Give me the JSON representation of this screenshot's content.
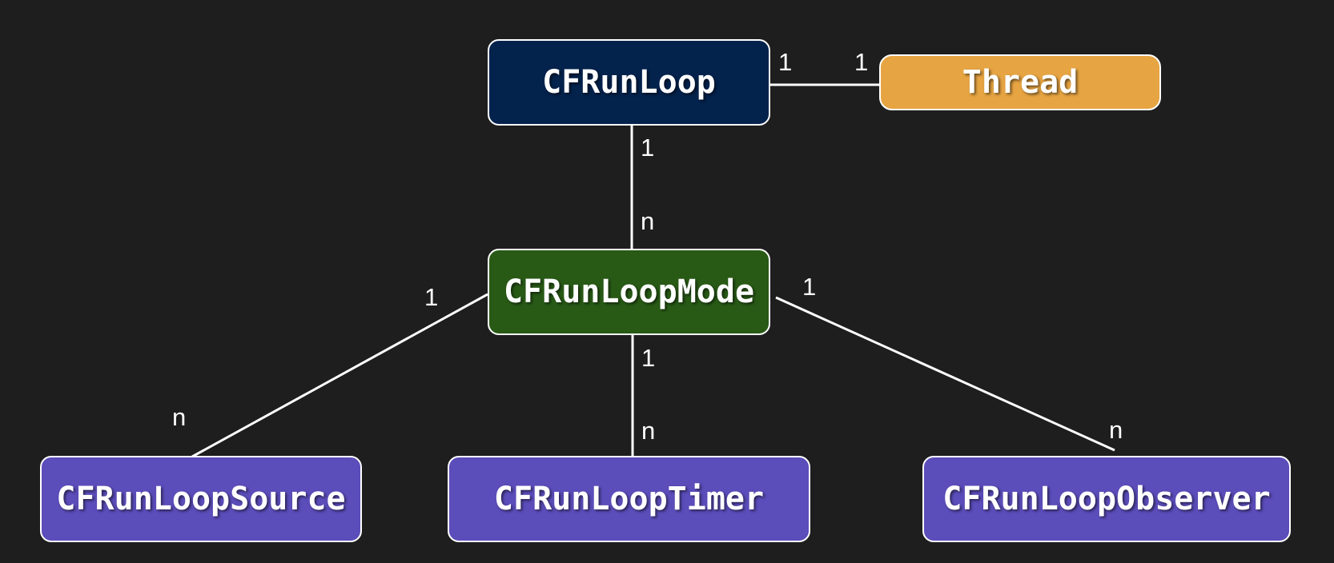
{
  "colors": {
    "background": "#1e1e1e",
    "runloop": "#03224c",
    "thread": "#e6a442",
    "mode": "#285a16",
    "item": "#5b4dba",
    "line": "#ffffff"
  },
  "nodes": {
    "runloop": "CFRunLoop",
    "thread": "Thread",
    "mode": "CFRunLoopMode",
    "source": "CFRunLoopSource",
    "timer": "CFRunLoopTimer",
    "observer": "CFRunLoopObserver"
  },
  "edges": {
    "runloop_thread": {
      "from": "1",
      "to": "1"
    },
    "runloop_mode": {
      "from": "1",
      "to": "n"
    },
    "mode_source": {
      "from": "1",
      "to": "n"
    },
    "mode_timer": {
      "from": "1",
      "to": "n"
    },
    "mode_observer": {
      "from": "1",
      "to": "n"
    }
  }
}
